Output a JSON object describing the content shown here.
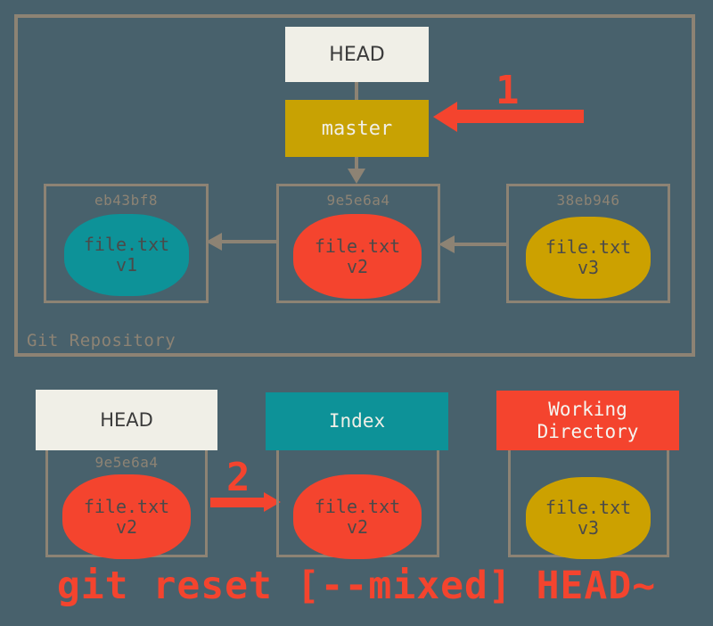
{
  "diagram": {
    "title": "git reset [--mixed] HEAD~",
    "background_color": "#48616c",
    "border_color": "#8d8374"
  },
  "repository": {
    "label": "Git Repository",
    "head_pointer": "HEAD",
    "branch_pointer": "master",
    "commits": [
      {
        "sha": "eb43bf8",
        "file": "file.txt",
        "version": "v1",
        "color": "#0d9298"
      },
      {
        "sha": "9e5e6a4",
        "file": "file.txt",
        "version": "v2",
        "color": "#f4442e"
      },
      {
        "sha": "38eb946",
        "file": "file.txt",
        "version": "v3",
        "color": "#cca100"
      }
    ]
  },
  "steps": [
    {
      "number": "1",
      "color": "#f4442e",
      "direction": "left"
    },
    {
      "number": "2",
      "color": "#f4442e",
      "direction": "right"
    }
  ],
  "areas": [
    {
      "header": "HEAD",
      "header_color": "#f0efe7",
      "sha": "9e5e6a4",
      "file": "file.txt",
      "version": "v2",
      "blob_color": "#f4442e"
    },
    {
      "header": "Index",
      "header_color": "#0d9298",
      "sha": "",
      "file": "file.txt",
      "version": "v2",
      "blob_color": "#f4442e"
    },
    {
      "header_line1": "Working",
      "header_line2": "Directory",
      "header_color": "#f4442e",
      "sha": "",
      "file": "file.txt",
      "version": "v3",
      "blob_color": "#cca100"
    }
  ],
  "command": "git reset [--mixed] HEAD~"
}
